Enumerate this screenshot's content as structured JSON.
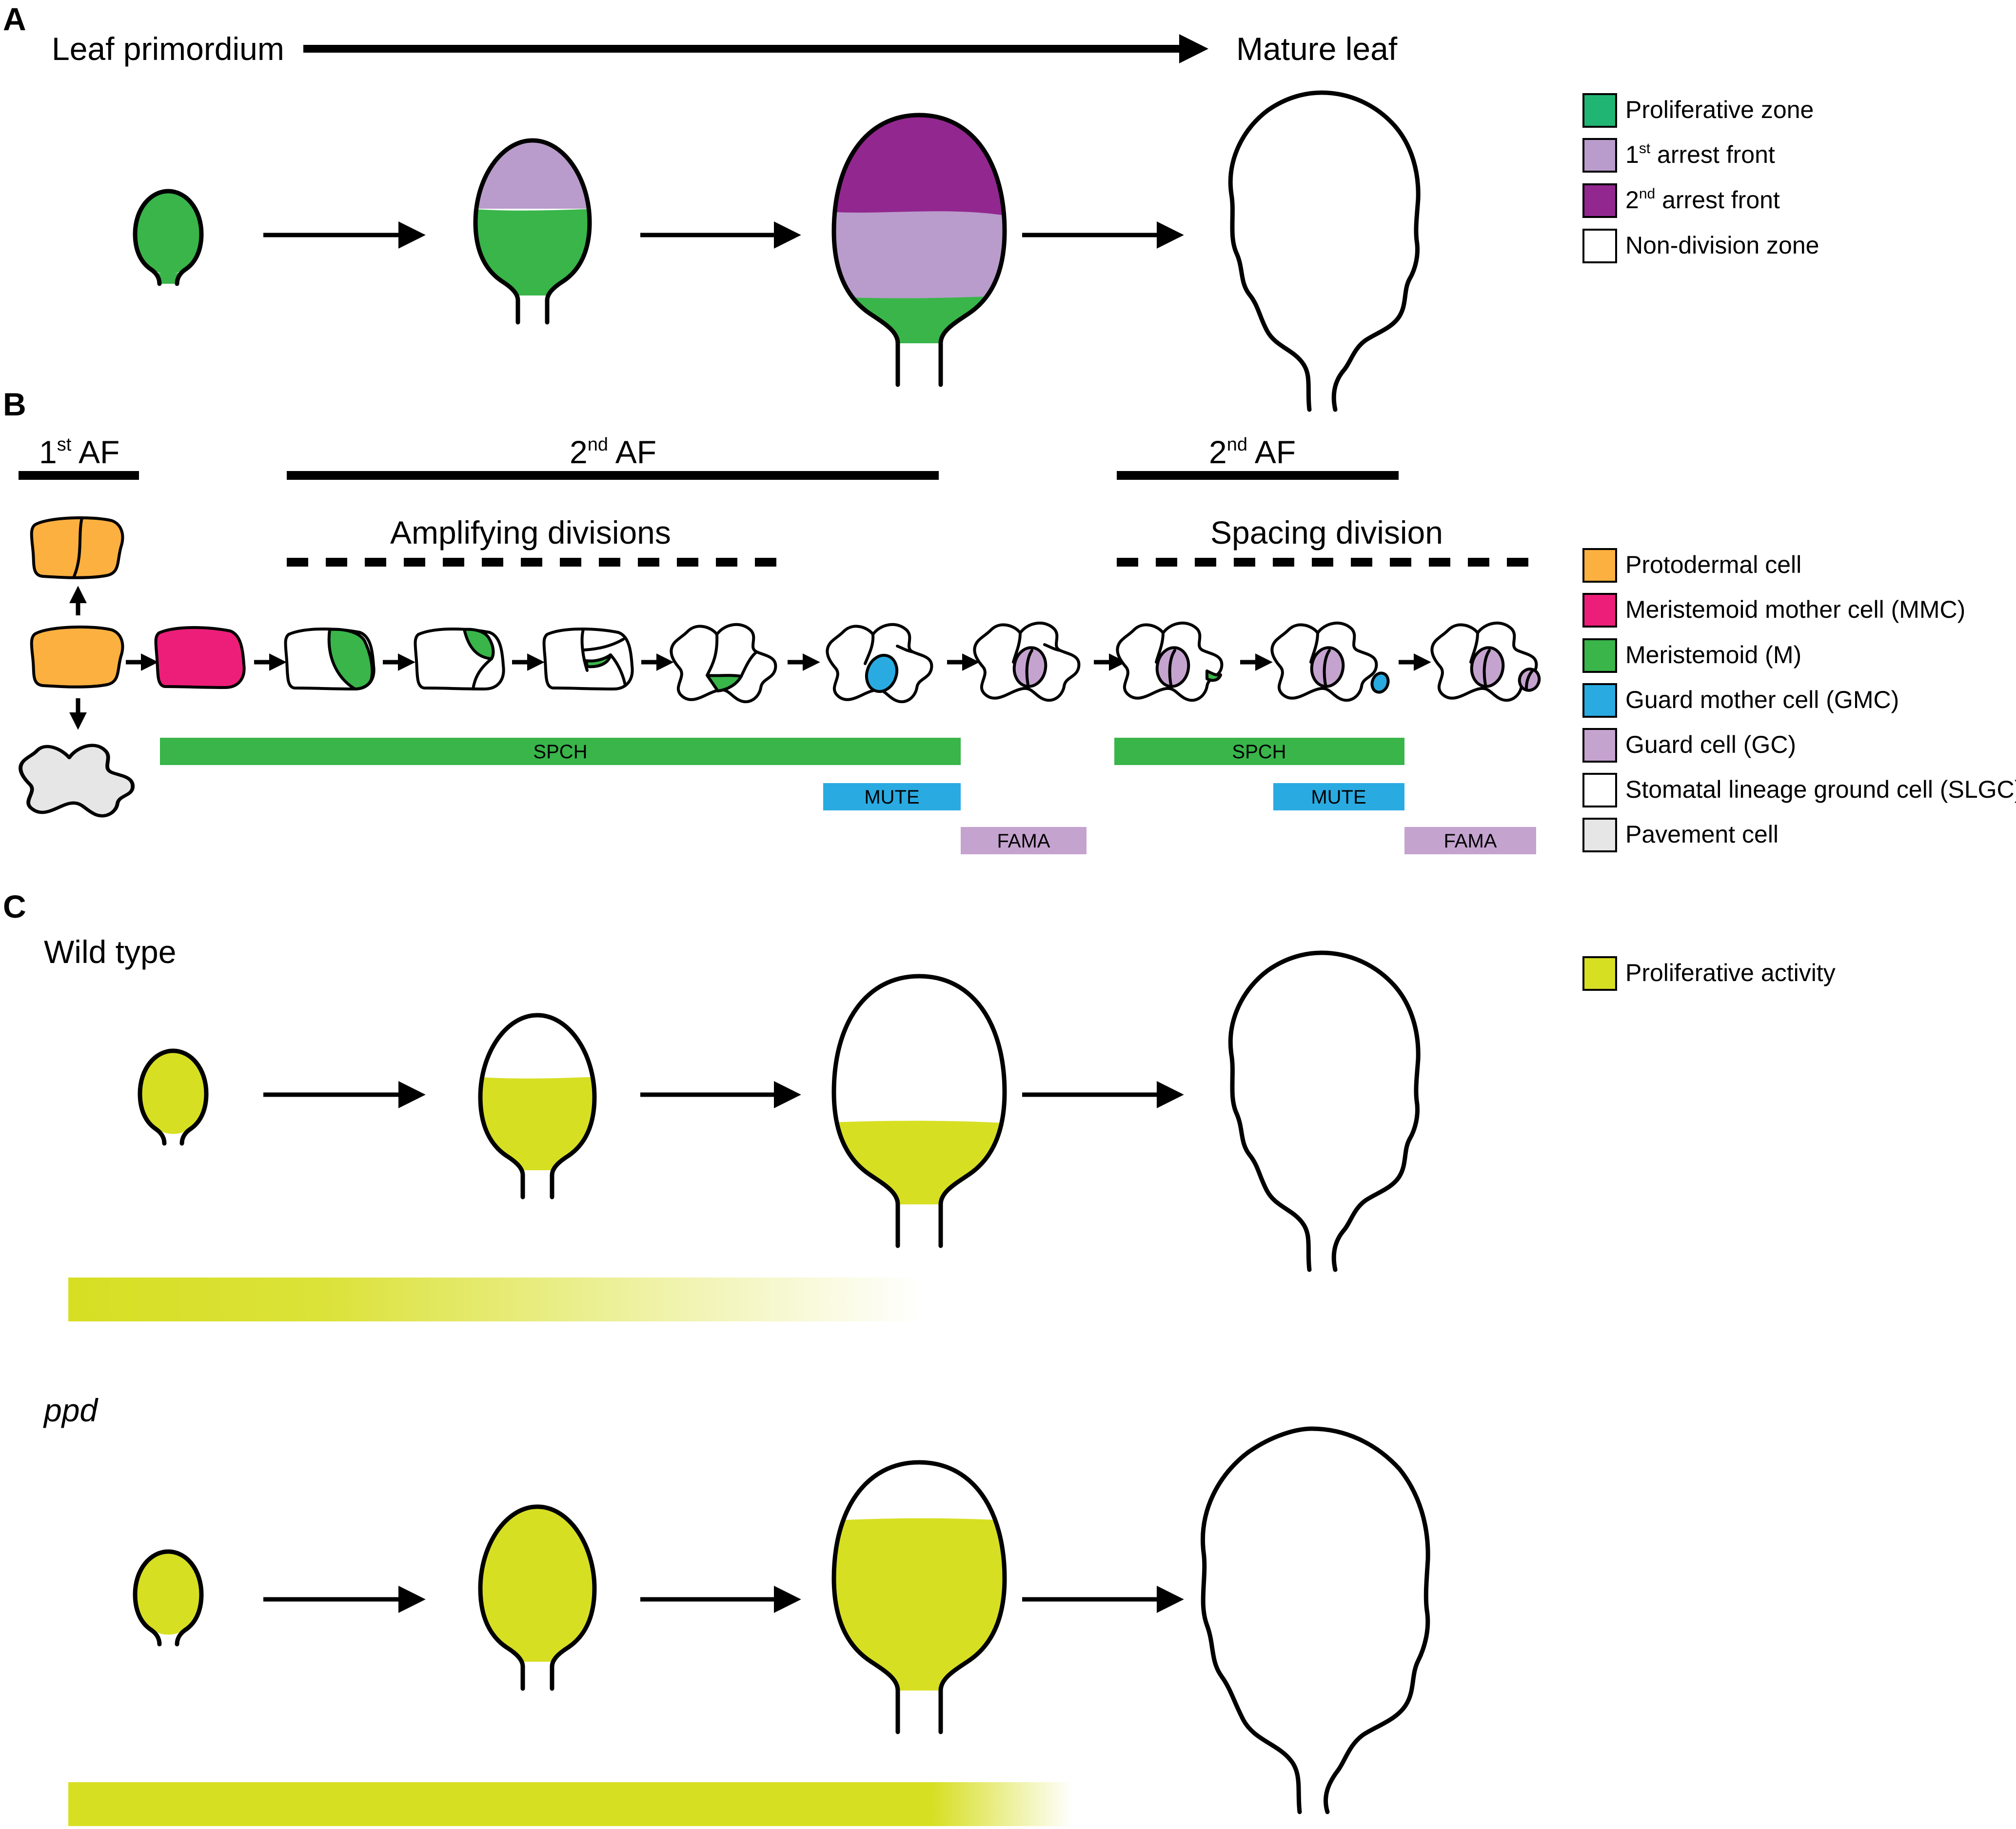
{
  "panels": {
    "a": "A",
    "b": "B",
    "c": "C"
  },
  "panel_a": {
    "start_label": "Leaf primordium",
    "end_label": "Mature leaf"
  },
  "legend_a": [
    {
      "label": "Proliferative zone",
      "color": "#21b573"
    },
    {
      "label": "1st arrest front",
      "base": "1",
      "sup": "st",
      "rest": " arrest front",
      "color": "#b99ccb"
    },
    {
      "label": "2nd arrest front",
      "base": "2",
      "sup": "nd",
      "rest": " arrest front",
      "color": "#92278f"
    },
    {
      "label": "Non-division zone",
      "color": "#ffffff"
    }
  ],
  "panel_b": {
    "af1": {
      "base": "1",
      "sup": "st",
      "rest": " AF"
    },
    "af2_left": {
      "base": "2",
      "sup": "nd",
      "rest": " AF"
    },
    "af2_right": {
      "base": "2",
      "sup": "nd",
      "rest": " AF"
    },
    "amplifying": "Amplifying divisions",
    "spacing": "Spacing division",
    "bars": [
      {
        "label": "SPCH",
        "color": "#39b54a"
      },
      {
        "label": "MUTE",
        "color": "#29abe2"
      },
      {
        "label": "FAMA",
        "color": "#c5a3cf"
      },
      {
        "label": "SPCH",
        "color": "#39b54a"
      },
      {
        "label": "MUTE",
        "color": "#29abe2"
      },
      {
        "label": "FAMA",
        "color": "#c5a3cf"
      }
    ]
  },
  "legend_b": [
    {
      "label": "Protodermal cell",
      "color": "#fbb040"
    },
    {
      "label": "Meristemoid mother cell (MMC)",
      "color": "#ed1e79"
    },
    {
      "label": "Meristemoid (M)",
      "color": "#39b54a"
    },
    {
      "label": "Guard mother cell (GMC)",
      "color": "#29abe2"
    },
    {
      "label": "Guard cell (GC)",
      "color": "#c5a3cf"
    },
    {
      "label": "Stomatal lineage ground cell (SLGC)",
      "color": "#ffffff"
    },
    {
      "label": "Pavement cell",
      "color": "#e6e6e6"
    }
  ],
  "panel_c": {
    "wild_type": "Wild type",
    "ppd": "ppd"
  },
  "legend_c": [
    {
      "label": "Proliferative activity",
      "color": "#d7df23"
    }
  ]
}
